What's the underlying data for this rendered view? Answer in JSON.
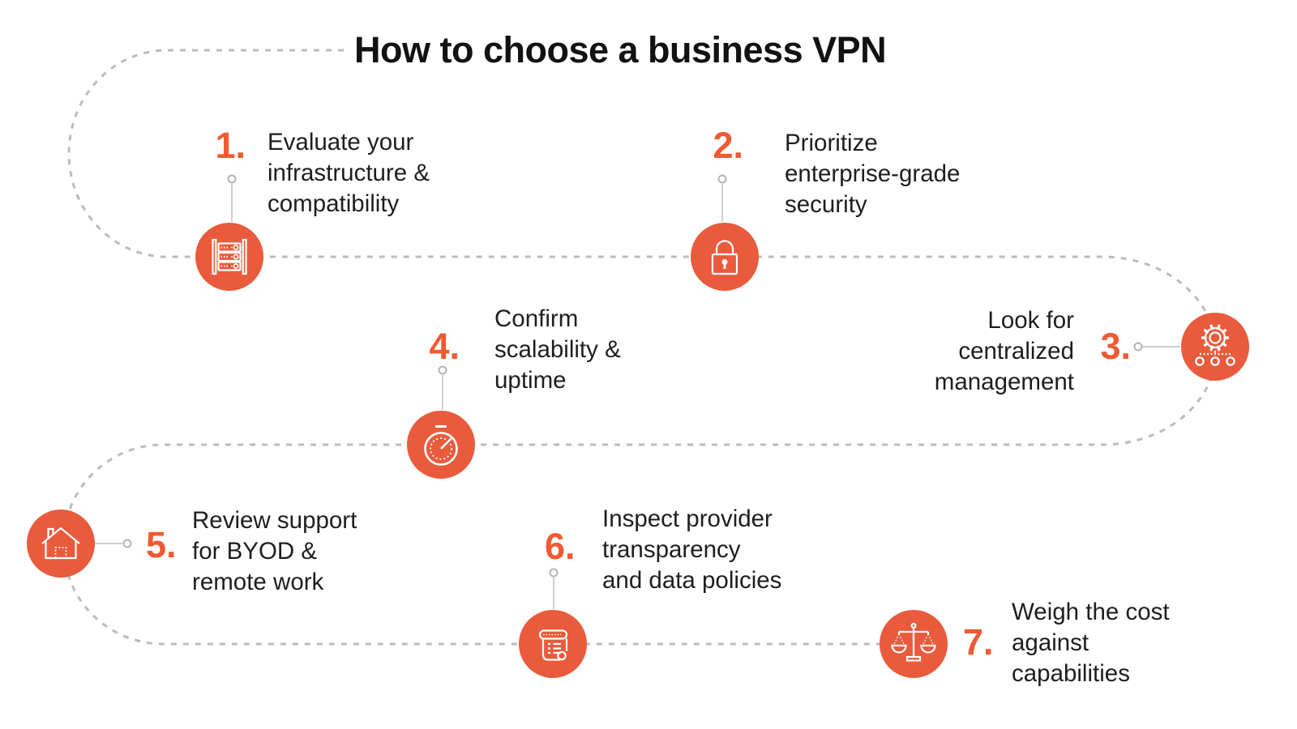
{
  "title": "How to choose a business VPN",
  "colors": {
    "accent_orange": "#f05a32",
    "icon_circle_orange": "#e95b3c",
    "dotted_path_gray": "#bcbcbc",
    "connector_gray": "#cfcfcf",
    "text_black": "#1e1e1e"
  },
  "steps": [
    {
      "number": "1.",
      "text": "Evaluate your\ninfrastructure &\ncompatibility",
      "icon": "server-rack-icon"
    },
    {
      "number": "2.",
      "text": "Prioritize\nenterprise-grade\nsecurity",
      "icon": "padlock-icon"
    },
    {
      "number": "3.",
      "text": "Look for\ncentralized\nmanagement",
      "icon": "gear-network-icon"
    },
    {
      "number": "4.",
      "text": "Confirm\nscalability &\nuptime",
      "icon": "stopwatch-icon"
    },
    {
      "number": "5.",
      "text": "Review support\nfor BYOD &\nremote work",
      "icon": "house-icon"
    },
    {
      "number": "6.",
      "text": "Inspect provider\ntransparency\nand data policies",
      "icon": "scroll-icon"
    },
    {
      "number": "7.",
      "text": "Weigh the cost\nagainst\ncapabilities",
      "icon": "balance-scale-icon"
    }
  ]
}
